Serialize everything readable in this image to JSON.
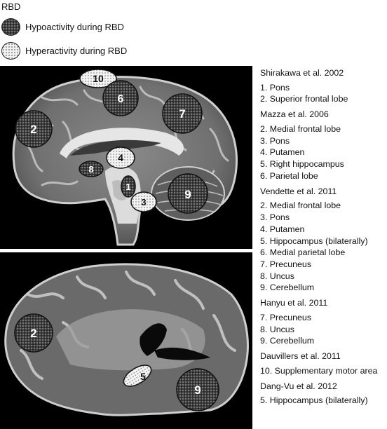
{
  "legend": {
    "title": "RBD",
    "items": [
      {
        "label": "Hypoactivity during RBD",
        "style": "hypo"
      },
      {
        "label": "Hyperactivity during RBD",
        "style": "hyper"
      }
    ]
  },
  "regions": {
    "r1": "1",
    "r2": "2",
    "r3": "3",
    "r4": "4",
    "r5": "5",
    "r6": "6",
    "r7": "7",
    "r8": "8",
    "r9": "9",
    "r10": "10"
  },
  "references": [
    {
      "title": "Shirakawa et al. 2002",
      "items": [
        "1. Pons",
        "2. Superior frontal lobe"
      ]
    },
    {
      "title": "Mazza et al. 2006",
      "items": [
        "2. Medial frontal lobe",
        "3. Pons",
        "4. Putamen",
        "5. Right hippocampus",
        "6. Parietal lobe"
      ]
    },
    {
      "title": "Vendette et al. 2011",
      "items": [
        "2. Medial frontal lobe",
        "3. Pons",
        "4. Putamen",
        "5. Hippocampus (bilaterally)",
        "6. Medial parietal lobe",
        "7. Precuneus",
        "8. Uncus",
        "9. Cerebellum"
      ]
    },
    {
      "title": "Hanyu et al. 2011",
      "items": [
        "7. Precuneus",
        "8. Uncus",
        "9. Cerebellum"
      ]
    },
    {
      "title": "Dauvillers et al. 2011",
      "items": [
        "10. Supplementary motor area"
      ]
    },
    {
      "title": "Dang-Vu et al. 2012",
      "items": [
        "5. Hippocampus (bilaterally)"
      ]
    }
  ],
  "colors": {
    "hypo": "#404040",
    "hyper": "#f2f2f2",
    "panel_bg": "#000000"
  }
}
